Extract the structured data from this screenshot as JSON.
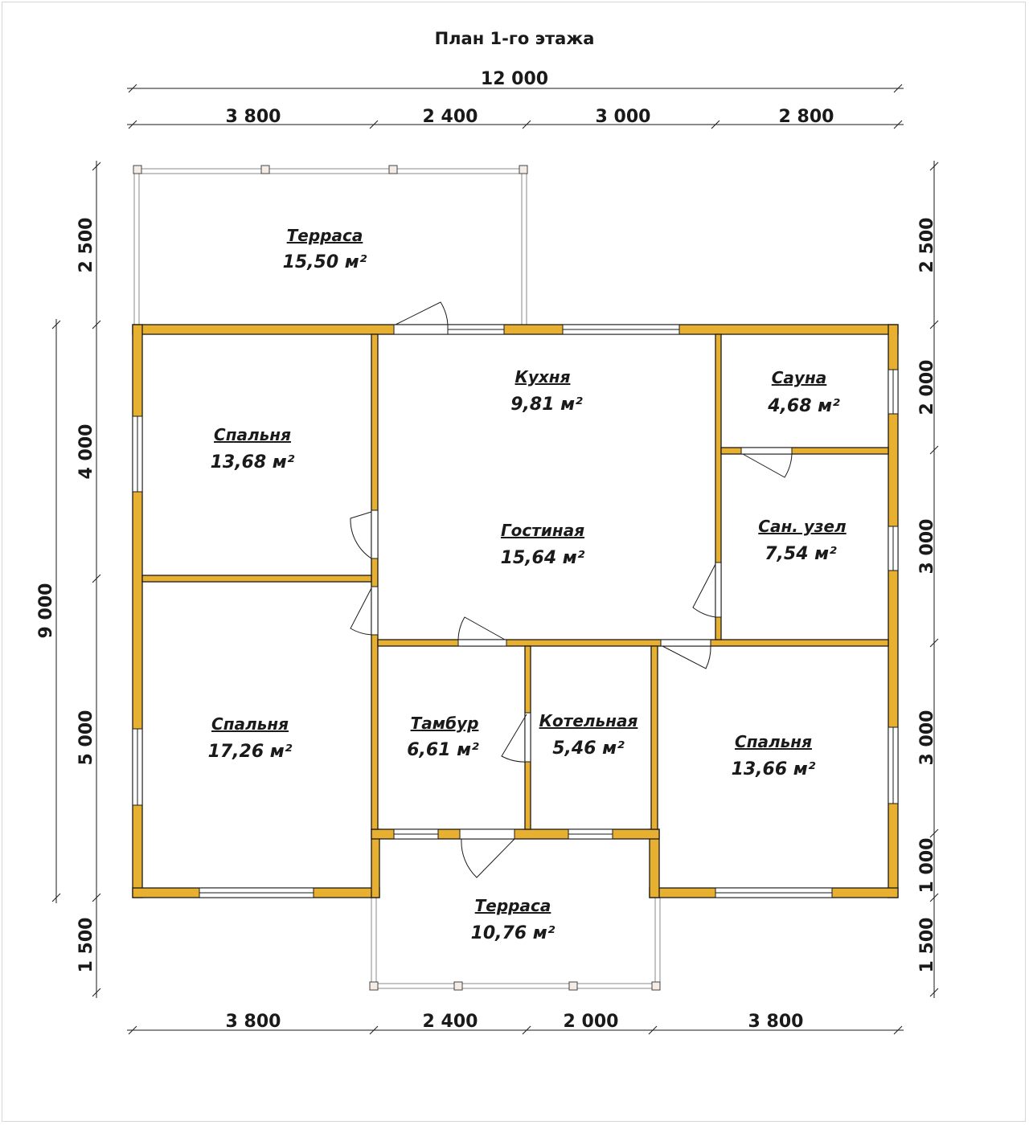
{
  "title": "План 1-го этажа",
  "dimensions": {
    "top_total": "12 000",
    "top": [
      "3 800",
      "2 400",
      "3 000",
      "2 800"
    ],
    "bottom": [
      "3 800",
      "2 400",
      "2 000",
      "3 800"
    ],
    "left": [
      "2 500",
      "4 000",
      "5 000",
      "1 500"
    ],
    "left_total": "9 000",
    "right": [
      "2 500",
      "2 000",
      "3 000",
      "3 000",
      "1 000",
      "1 500"
    ]
  },
  "rooms": [
    {
      "name": "Терраса",
      "area": "15,50 м²"
    },
    {
      "name": "Спальня",
      "area": "13,68 м²"
    },
    {
      "name": "Кухня",
      "area": "9,81 м²"
    },
    {
      "name": "Гостиная",
      "area": "15,64 м²"
    },
    {
      "name": "Сауна",
      "area": "4,68 м²"
    },
    {
      "name": "Сан. узел",
      "area": "7,54 м²"
    },
    {
      "name": "Спальня",
      "area": "17,26 м²"
    },
    {
      "name": "Тамбур",
      "area": "6,61 м²"
    },
    {
      "name": "Котельная",
      "area": "5,46 м²"
    },
    {
      "name": "Спальня",
      "area": "13,66 м²"
    },
    {
      "name": "Терраса",
      "area": "10,76 м²"
    }
  ],
  "colors": {
    "wall": "#E8B030"
  }
}
